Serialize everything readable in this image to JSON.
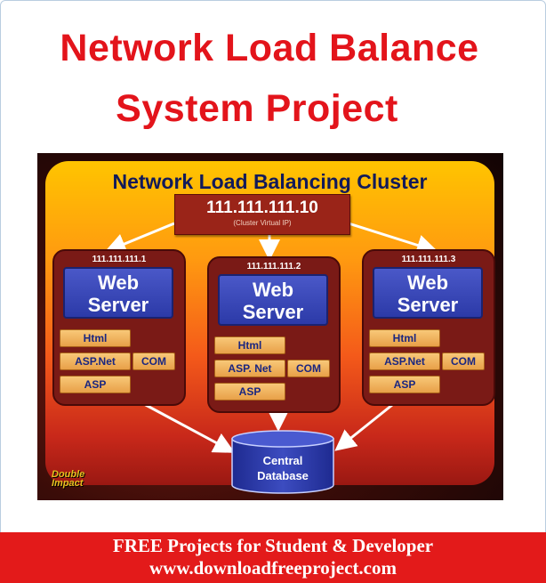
{
  "title": {
    "line1": "Network Load Balance",
    "line2": "System Project"
  },
  "diagram": {
    "cluster_title": "Network Load Balancing Cluster",
    "virtual_ip": "111.111.111.10",
    "virtual_ip_note": "(Cluster Virtual IP)",
    "servers": [
      {
        "ip": "111.111.111.1",
        "line1": "Web",
        "line2": "Server",
        "html": "Html",
        "aspnet": "ASP.Net",
        "com": "COM",
        "asp": "ASP"
      },
      {
        "ip": "111.111.111.2",
        "line1": "Web",
        "line2": "Server",
        "html": "Html",
        "aspnet": "ASP. Net",
        "com": "COM",
        "asp": "ASP"
      },
      {
        "ip": "111.111.111.3",
        "line1": "Web",
        "line2": "Server",
        "html": "Html",
        "aspnet": "ASP.Net",
        "com": "COM",
        "asp": "ASP"
      }
    ],
    "database_line1": "Central",
    "database_line2": "Database",
    "logo_line1": "Double",
    "logo_line2": "Impact"
  },
  "footer": {
    "line1": "FREE Projects for Student  & Developer",
    "line2": "www.downloadfreeproject.com"
  },
  "colors": {
    "title_red": "#e3141b",
    "server_blue": "#2c3aa8",
    "footer_red": "#e31a1a"
  }
}
